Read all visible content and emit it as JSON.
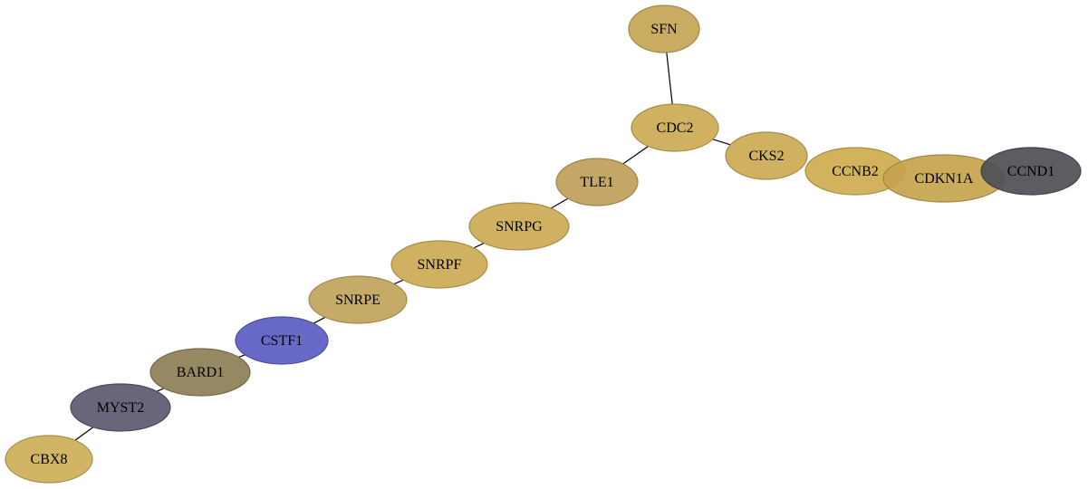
{
  "graph": {
    "nodes": [
      {
        "id": "SFN",
        "label": "SFN",
        "color": "#c5a655"
      },
      {
        "id": "CDC2",
        "label": "CDC2",
        "color": "#cbab55"
      },
      {
        "id": "CKS2",
        "label": "CKS2",
        "color": "#cbab55"
      },
      {
        "id": "CCNB2",
        "label": "CCNB2",
        "color": "#cfac51"
      },
      {
        "id": "CDKN1A",
        "label": "CDKN1A",
        "color": "#c6a44f"
      },
      {
        "id": "CCND1",
        "label": "CCND1",
        "color": "#505057"
      },
      {
        "id": "TLE1",
        "label": "TLE1",
        "color": "#bfa05a"
      },
      {
        "id": "SNRPG",
        "label": "SNRPG",
        "color": "#cbab55"
      },
      {
        "id": "SNRPF",
        "label": "SNRPF",
        "color": "#cbab55"
      },
      {
        "id": "SNRPE",
        "label": "SNRPE",
        "color": "#c2a45b"
      },
      {
        "id": "CSTF1",
        "label": "CSTF1",
        "color": "#5e5ec4"
      },
      {
        "id": "BARD1",
        "label": "BARD1",
        "color": "#8d7f56"
      },
      {
        "id": "MYST2",
        "label": "MYST2",
        "color": "#5b5a70"
      },
      {
        "id": "CBX8",
        "label": "CBX8",
        "color": "#ceae58"
      }
    ],
    "edges": [
      [
        "SFN",
        "CDC2"
      ],
      [
        "CDC2",
        "CKS2"
      ],
      [
        "CDC2",
        "TLE1"
      ],
      [
        "TLE1",
        "SNRPG"
      ],
      [
        "SNRPG",
        "SNRPF"
      ],
      [
        "SNRPF",
        "SNRPE"
      ],
      [
        "SNRPE",
        "CSTF1"
      ],
      [
        "CSTF1",
        "BARD1"
      ],
      [
        "BARD1",
        "MYST2"
      ],
      [
        "MYST2",
        "CBX8"
      ]
    ]
  }
}
